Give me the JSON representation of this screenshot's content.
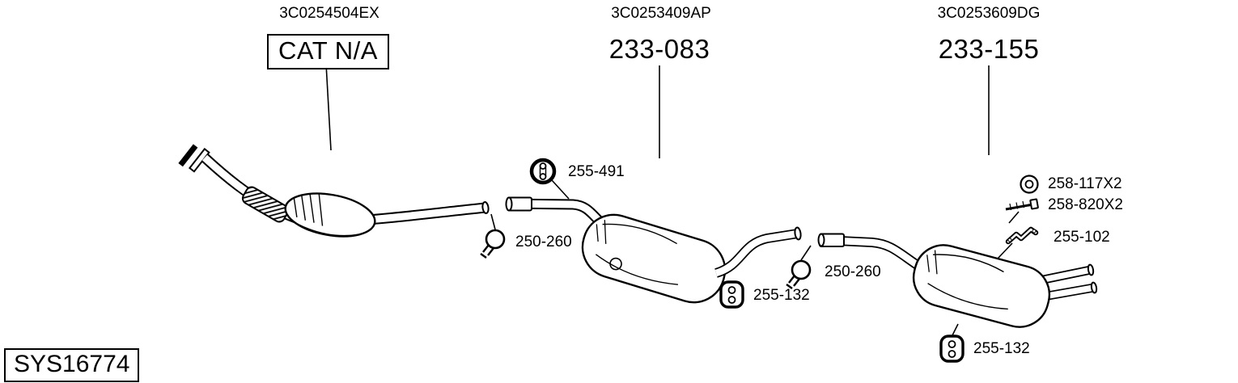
{
  "diagram": {
    "system_id": "SYS16774",
    "colors": {
      "ink": "#000000",
      "background": "#ffffff"
    },
    "groups": [
      {
        "part_number": "3C0254504EX",
        "callout": "CAT N/A"
      },
      {
        "part_number": "3C0253409AP",
        "callout": "233-083"
      },
      {
        "part_number": "3C0253609DG",
        "callout": "233-155"
      }
    ],
    "refs": {
      "hanger_mid": "255-491",
      "clamp_mid": "250-260",
      "mount_mid": "255-132",
      "clamp_rear": "250-260",
      "washer_rear": "258-117X2",
      "bolt_rear": "258-820X2",
      "bracket_rear": "255-102",
      "mount_rear": "255-132"
    }
  }
}
